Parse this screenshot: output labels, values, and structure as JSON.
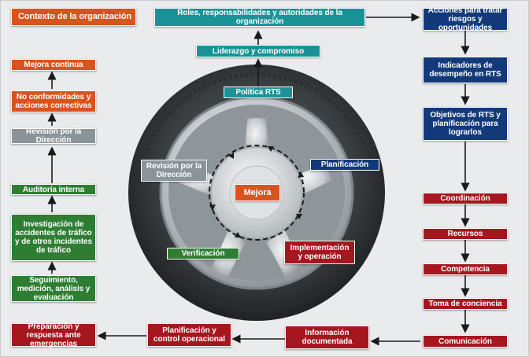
{
  "colors": {
    "orange": "#d9531e",
    "teal": "#1a9297",
    "navy": "#12397a",
    "red": "#a5161f",
    "green": "#2f7d32",
    "gray": "#8b9599"
  },
  "top": {
    "context": "Contexto de la organización",
    "roles": "Roles, responsabilidades y autoridades de la organización",
    "leadership": "Liderazgo y compromiso"
  },
  "wheel": {
    "center": "Mejora",
    "policy": "Política RTS",
    "planning": "Planificación",
    "implementation": "Implementación y operación",
    "verification": "Verificación",
    "review": "Revisión por la Dirección"
  },
  "right_column": [
    "Acciones para tratar riesgos y oportunidades",
    "Indicadores de desempeño en RTS",
    "Objetivos de RTS y planificación para lograrlos",
    "Coordinación",
    "Recursos",
    "Competencia",
    "Toma de conciencia",
    "Comunicación"
  ],
  "bottom_row": [
    "Información documentada",
    "Planificación y control operacional",
    "Preparación y respuesta ante emergencias"
  ],
  "left_column": [
    "Mejora continua",
    "No conformidades y acciones correctivas",
    "Revisión por la Dirección",
    "Auditoría interna",
    "Investigación de accidentes de tráfico y de otros incidentes de tráfico",
    "Seguimiento, medición, análisis y evaluación"
  ]
}
